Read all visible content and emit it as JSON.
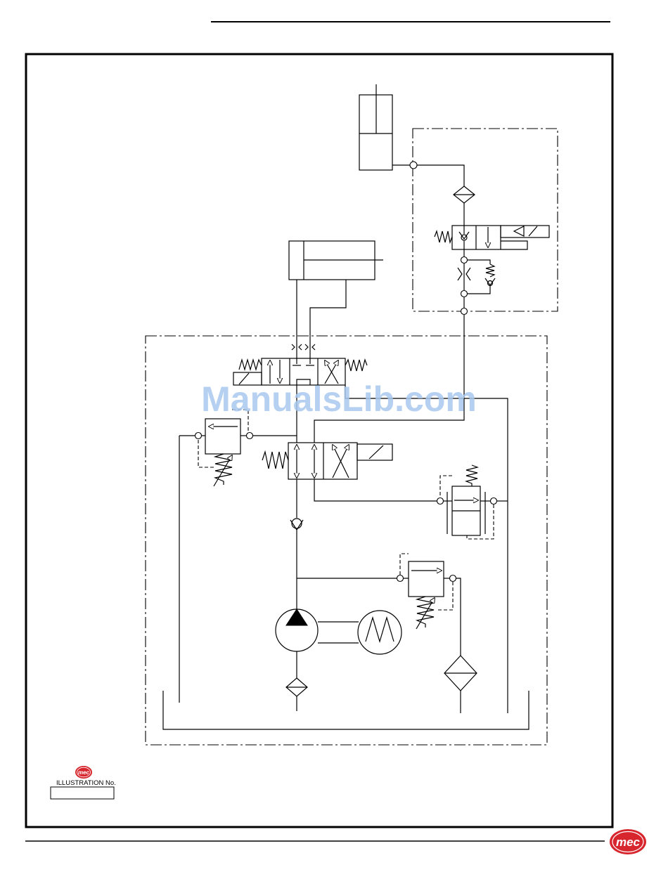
{
  "page": {
    "illustration_label": "ILLUSTRATION No."
  },
  "logos": {
    "small": "mec",
    "corner": "mec"
  },
  "watermark": "ManualsLib.com",
  "colors": {
    "line": "#000000",
    "logo": "#d7262e",
    "watermark": "#a9c8ee"
  },
  "icons": [
    "hydraulic-cylinder-icon",
    "solenoid-valve-icon",
    "relief-valve-icon",
    "filter-icon",
    "pump-icon",
    "motor-icon",
    "check-valve-icon",
    "reservoir-icon"
  ]
}
